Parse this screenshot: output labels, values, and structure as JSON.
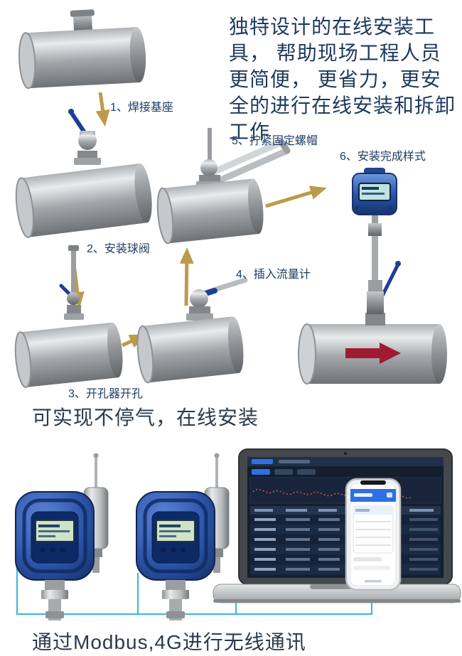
{
  "intro": {
    "text": "独特设计的在线安装工具， 帮助现场工程人员更简便， 更省力，更安全的进行在线安装和拆卸工作"
  },
  "steps": [
    {
      "label": "1、焊接基座"
    },
    {
      "label": "2、安装球阀"
    },
    {
      "label": "3、开孔器开孔"
    },
    {
      "label": "4、插入流量计"
    },
    {
      "label": "5、拧紧固定螺帽"
    },
    {
      "label": "6、安装完成样式"
    }
  ],
  "captions": {
    "online_install": "可实现不停气，在线安装",
    "communication": "通过Modbus,4G进行无线通讯"
  },
  "colors": {
    "heading_text": "#1e3a5c",
    "arrow_gold": "#bd9a4b",
    "device_blue": "#2c55a8",
    "wire_blue": "#35b6e8",
    "flow_arrow_red": "#9e1b32"
  }
}
